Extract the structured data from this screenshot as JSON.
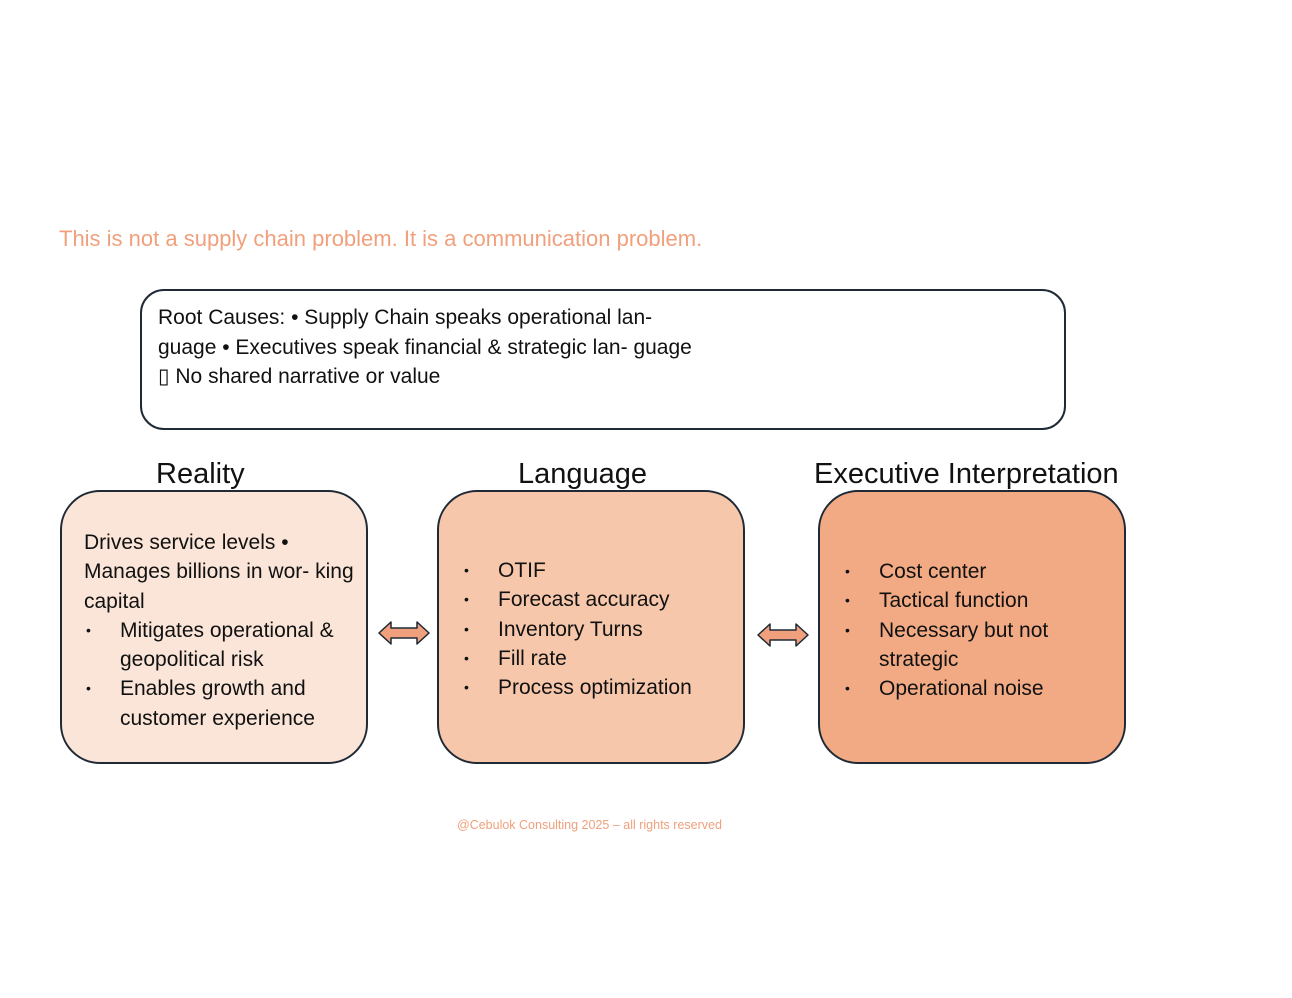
{
  "headline": "This is not a supply chain problem. It is a communication problem.",
  "root_causes": "Root Causes: • Supply Chain speaks operational lan- guage • Executives speak financial & strategic lan- guage ▯ No shared narrative or value",
  "columns": [
    {
      "title": "Reality",
      "intro": "Drives service levels • Manages billions in wor- king capital",
      "items": [
        "Mitigates operational & geopolitical risk",
        "Enables growth and customer experience"
      ]
    },
    {
      "title": "Language",
      "items": [
        "OTIF",
        "Forecast accuracy",
        "Inventory Turns",
        "Fill rate",
        "Process optimization"
      ]
    },
    {
      "title": "Executive Interpretation",
      "items": [
        "Cost center",
        "Tactical function",
        "Necessary but not strategic",
        "Operational noise"
      ]
    }
  ],
  "bullet": "•",
  "footer": "@Cebulok Consulting 2025 – all rights reserved",
  "colors": {
    "accent": "#f0a07c",
    "card_reality": "#fae5d8",
    "card_language": "#f7c7ab",
    "card_executive": "#f1aa84",
    "arrow_fill": "#f0a07c",
    "border": "#1f2a36"
  },
  "icons": [
    "double-arrow-icon",
    "double-arrow-icon"
  ]
}
